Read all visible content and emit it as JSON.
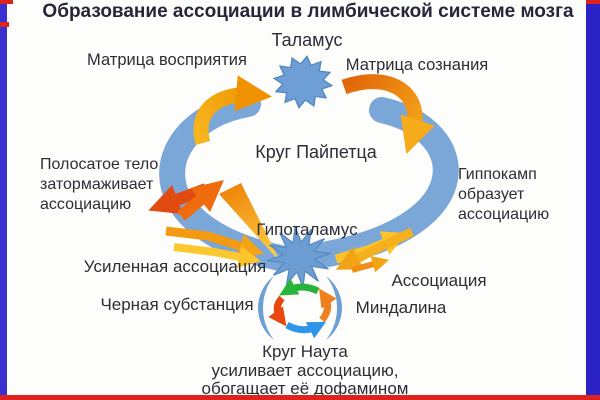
{
  "title": "Образование ассоциации в лимбической системе мозга",
  "diagram": {
    "top": {
      "thalamus": "Таламус",
      "perception_matrix": "Матрица восприятия",
      "consciousness_matrix": "Матрица сознания"
    },
    "center": {
      "papez_circle": "Круг Пайпетца",
      "hypothalamus": "Гипоталамус"
    },
    "left": {
      "striatum_lines": [
        "Полосатое тело",
        "затормаживает",
        "ассоциацию"
      ],
      "strengthened_association": "Усиленная ассоциация",
      "substantia_nigra": "Черная субстанция"
    },
    "right": {
      "hippocampus_lines": [
        "Гиппокамп",
        "образует",
        "ассоциацию"
      ],
      "association": "Ассоциация",
      "amygdala": "Миндалина"
    },
    "bottom": {
      "nauta_lines": [
        "Круг Наута",
        "усиливает ассоциацию,",
        "обогащает её дофамином"
      ]
    }
  },
  "colors": {
    "ring_blue": "#7aa6d8",
    "star_blue": "#6d9ed6",
    "crescent_blue": "#6d9fd2",
    "arrow_gold": "#f2a414",
    "arrow_dark_orange": "#e2720c",
    "arrow_yellow": "#fcc42a",
    "arrow_red": "#e14b10",
    "arrow_orange_red": "#ee6b0e",
    "cycle_green": "#27b43a",
    "cycle_red": "#e8470f",
    "cycle_blue": "#2f95e8",
    "cycle_orange": "#f0801e",
    "border_blue": "#2f28c8",
    "border_red": "#de221d",
    "text_dark": "#2d2d36"
  }
}
